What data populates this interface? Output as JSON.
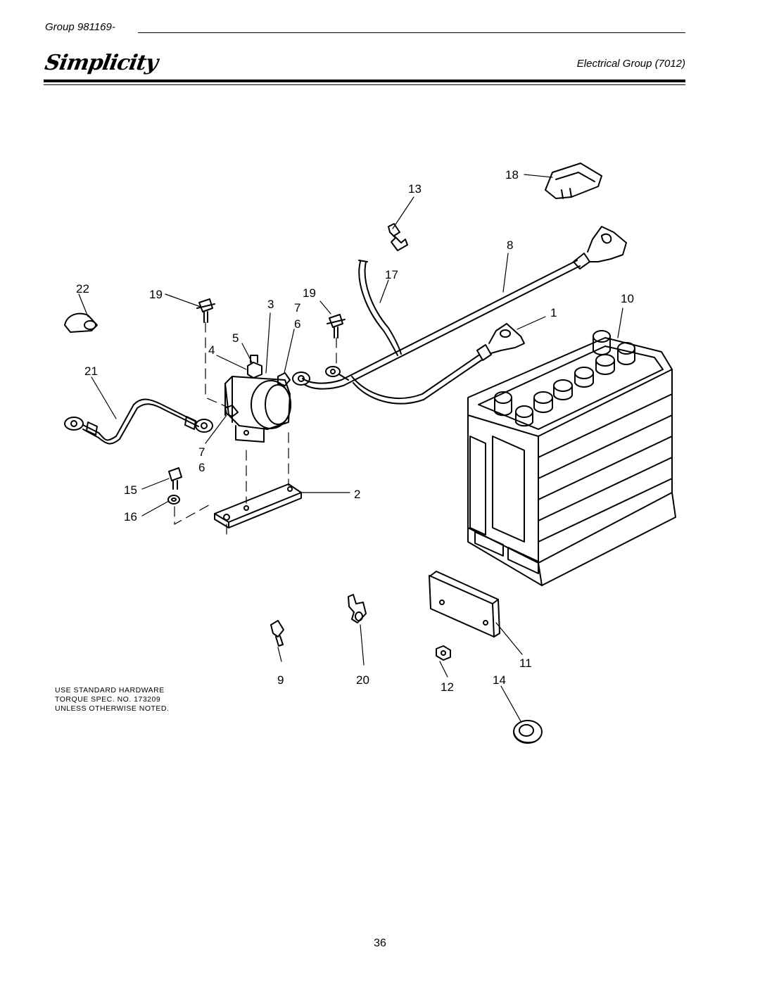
{
  "header": {
    "group_prefix": "Group",
    "group_number": "981169-",
    "brand": "Simplicity",
    "section_title": "Electrical Group (7012)"
  },
  "callouts": {
    "c1": "1",
    "c2": "2",
    "c3": "3",
    "c4": "4",
    "c5": "5",
    "c6a": "6",
    "c6b": "6",
    "c7a": "7",
    "c7b": "7",
    "c8": "8",
    "c9": "9",
    "c10": "10",
    "c11": "11",
    "c12": "12",
    "c13": "13",
    "c14": "14",
    "c15": "15",
    "c16": "16",
    "c17": "17",
    "c18": "18",
    "c19a": "19",
    "c19b": "19",
    "c20": "20",
    "c21": "21",
    "c22": "22"
  },
  "note": {
    "line1": "USE STANDARD HARDWARE",
    "line2": "TORQUE SPEC. NO. 173209",
    "line3": "UNLESS OTHERWISE NOTED."
  },
  "footer": {
    "page_number": "36"
  }
}
